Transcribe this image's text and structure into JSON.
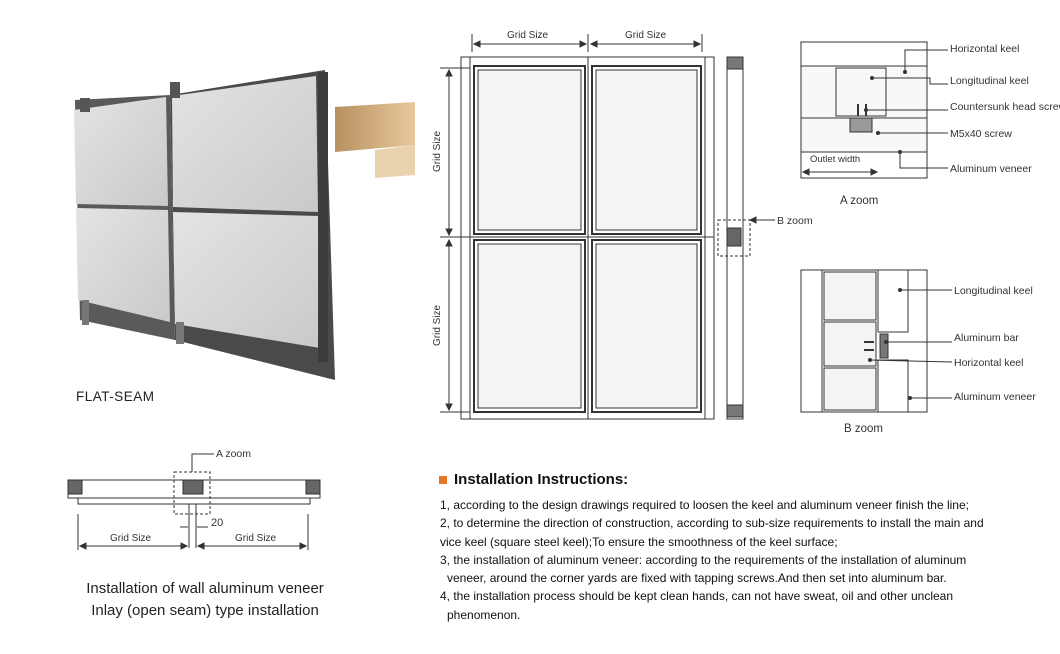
{
  "product_photo": {
    "label": "FLAT-SEAM"
  },
  "elevation": {
    "grid_width_label": "Grid Size",
    "grid_height_label": "Grid Size",
    "b_zoom": "B zoom"
  },
  "a_zoom_detail": {
    "title": "A zoom",
    "labels": [
      "Horizontal keel",
      "Longitudinal keel",
      "Countersunk head screws",
      "M5x40 screw",
      "Aluminum veneer"
    ],
    "outlet_width": "Outlet width"
  },
  "b_zoom_detail": {
    "title": "B zoom",
    "labels": [
      "Longitudinal keel",
      "Aluminum bar",
      "Horizontal keel",
      "Aluminum veneer"
    ]
  },
  "section": {
    "a_zoom": "A zoom",
    "gap": "20",
    "grid_left": "Grid Size",
    "grid_right": "Grid Size"
  },
  "caption": {
    "line1": "Installation of wall aluminum veneer",
    "line2": "Inlay (open seam) type installation"
  },
  "instructions": {
    "title": "Installation Instructions:",
    "steps": [
      "1, according to the design drawings required to loosen the keel and aluminum veneer finish the line;",
      "2, to determine the direction of construction, according to sub-size requirements to install the main and vice keel (square steel keel);To ensure the smoothness of the keel surface;",
      "3, the installation of aluminum veneer: according to the requirements of the installation of aluminum veneer, around the corner yards are fixed with tapping screws.And then set into aluminum bar.",
      "4, the installation process should be kept clean hands, can not have sweat, oil and other unclean phenomenon."
    ],
    "lines": {
      "s1": "1, according to the design drawings required to loosen the keel and aluminum veneer finish the line;",
      "s2a": "2, to determine the direction of construction, according to sub-size requirements to install the main and",
      "s2b": "vice keel (square steel keel);To ensure the smoothness of the keel surface;",
      "s3a": "3, the installation of aluminum veneer: according to the requirements of the installation of aluminum",
      "s3b": "veneer, around the corner yards are fixed with tapping screws.And then set into aluminum bar.",
      "s4a": "4, the installation process should be kept clean hands, can not have sweat, oil and other unclean",
      "s4b": "phenomenon."
    }
  },
  "colors": {
    "accent": "#e07828",
    "line": "#333333",
    "panel": "#d8d8d8"
  }
}
